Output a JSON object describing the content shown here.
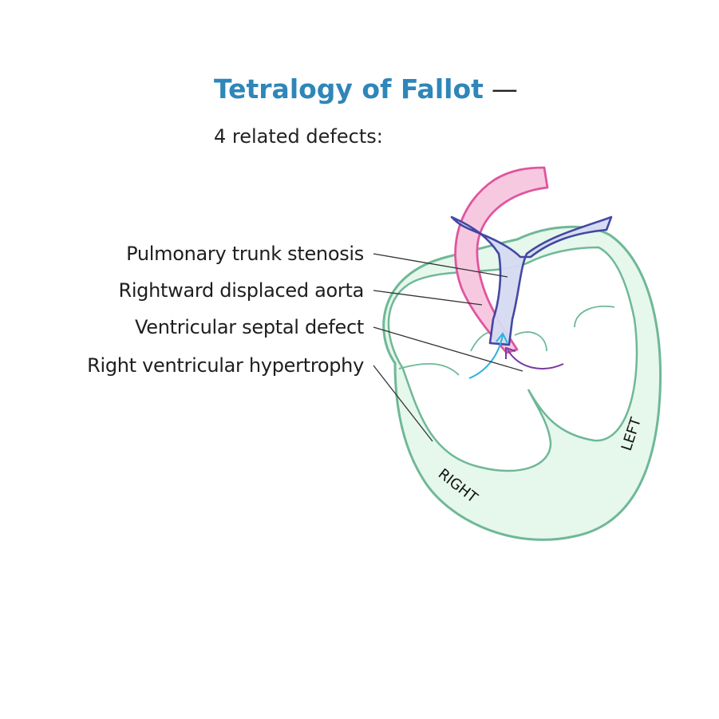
{
  "title": "Tetralogy of Fallot",
  "title_dash": "—",
  "subtitle": "4 related defects:",
  "labels": [
    "Pulmonary trunk stenosis",
    "Rightward displaced aorta",
    "Ventricular septal defect",
    "Right ventricular hypertrophy"
  ],
  "chambers": {
    "right": "RIGHT",
    "left": "LEFT"
  },
  "colors": {
    "title": "#2e86b9",
    "heart_outline": "#6fb897",
    "heart_fill": "#e6f7ec",
    "aorta_outline": "#e0559f",
    "aorta_fill": "#f7c9e0",
    "pulmonary_outline": "#3a3f9e",
    "pulmonary_fill": "#d6dbf3",
    "vsd_arrow_left": "#2bb3e0",
    "vsd_arrow_right": "#7a3a9e",
    "leader_line": "#333333"
  }
}
